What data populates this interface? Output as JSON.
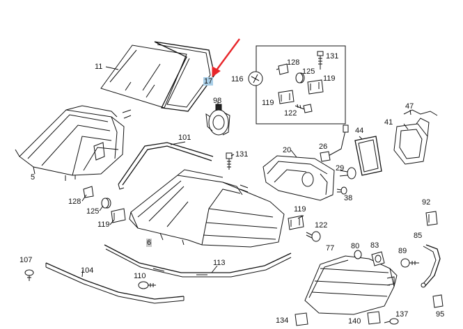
{
  "diagram": {
    "callouts": {
      "c11": "11",
      "c17": "17",
      "c5": "5",
      "c98": "98",
      "c101": "101",
      "c131a": "131",
      "c131b": "131",
      "c116": "116",
      "c128a": "128",
      "c125a": "125",
      "c119a": "119",
      "c119b": "119",
      "c122a": "122",
      "c47": "47",
      "c41": "41",
      "c44": "44",
      "c20": "20",
      "c26": "26",
      "c29": "29",
      "c38": "38",
      "c128b": "128",
      "c125b": "125",
      "c119c": "119",
      "c6": "6",
      "c119d": "119",
      "c122b": "122",
      "c92": "92",
      "c85": "85",
      "c107": "107",
      "c104": "104",
      "c110": "110",
      "c113": "113",
      "c77": "77",
      "c80": "80",
      "c83": "83",
      "c89": "89",
      "c134": "134",
      "c140": "140",
      "c137": "137",
      "c95": "95"
    },
    "highlight_color": "#a9cfe8",
    "arrow_color": "#e8262a"
  }
}
